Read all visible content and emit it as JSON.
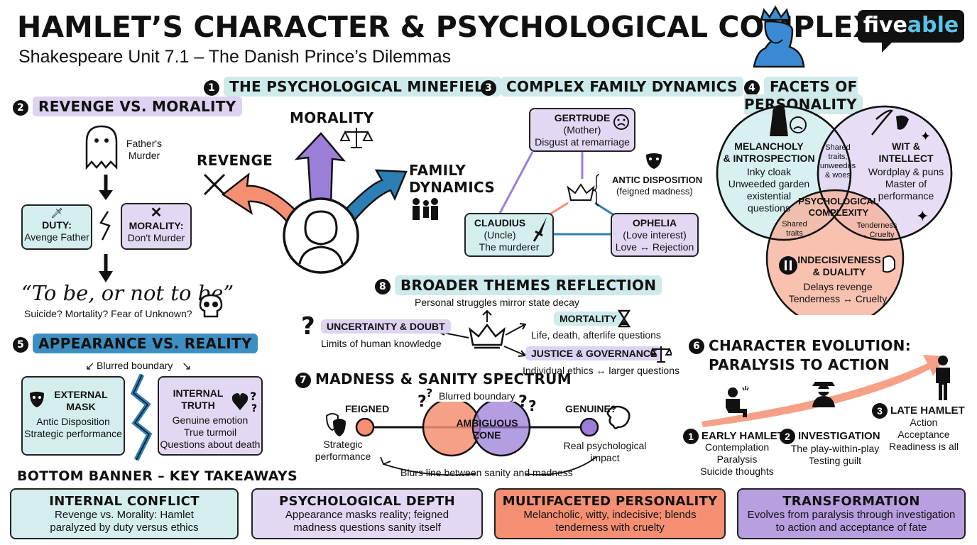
{
  "header": {
    "title": "HAMLET’S CHARACTER & PSYCHOLOGICAL COMPLEXITY",
    "subtitle": "Shakespeare Unit 7.1 – The Danish Prince’s Dilemmas",
    "brand": "fiveable",
    "brand_a": "five",
    "brand_b": "able"
  },
  "s1": {
    "num": "1",
    "title": "THE PSYCHOLOGICAL MINEFIELD",
    "morality": "MORALITY",
    "revenge": "REVENGE",
    "family": "FAMILY\nDYNAMICS"
  },
  "s2": {
    "num": "2",
    "title": "REVENGE VS. MORALITY",
    "ghost_label": "Father's\nMurder",
    "duty_title": "DUTY:",
    "duty_text": "Avenge Father",
    "moral_title": "MORALITY:",
    "moral_text": "Don't Murder",
    "quote": "“To be, or not to be”",
    "quote_sub": "Suicide? Mortality? Fear of Unknown?"
  },
  "s3": {
    "num": "3",
    "title": "COMPLEX FAMILY DYNAMICS",
    "gertrude_name": "GERTRUDE",
    "gertrude_role": "(Mother)",
    "gertrude_desc": "Disgust at remarriage",
    "antic_title": "ANTIC DISPOSITION",
    "antic_sub": "(feigned madness)",
    "claudius_name": "CLAUDIUS",
    "claudius_role": "(Uncle)",
    "claudius_desc": "The murderer",
    "ophelia_name": "OPHELIA",
    "ophelia_role": "(Love interest)",
    "ophelia_desc": "Love ↔ Rejection"
  },
  "s4": {
    "num": "4",
    "title": "FACETS OF PERSONALITY",
    "mel_title": "MELANCHOLY\n& INTROSPECTION",
    "mel_text": "Inky cloak\nUnweeded garden\nexistential\nquestions",
    "wit_title": "WIT &\nINTELLECT",
    "wit_text": "Wordplay & puns\nMaster of\nperformance",
    "shared_top": "Shared\ntraits,\nunweedes\n& woes",
    "center": "PSYCHOLOGICAL\nCOMPLEXITY",
    "shared_left": "Shared\ntraits",
    "shared_right": "Tenderness\n↔ Cruelty",
    "ind_title": "INDECISIVENESS\n& DUALITY",
    "ind_text": "Delays revenge\nTenderness ↔ Cruelty"
  },
  "s5": {
    "num": "5",
    "title": "APPEARANCE VS. REALITY",
    "blurred": "Blurred boundary",
    "ext_title": "EXTERNAL\nMASK",
    "ext_text": "Antic Disposition\nStrategic performance",
    "int_title": "INTERNAL\nTRUTH",
    "int_text": "Genuine emotion\nTrue turmoil\nQuestions about death"
  },
  "s6": {
    "num": "6",
    "title": "CHARACTER EVOLUTION:\nPARALYSIS TO ACTION",
    "early_num": "1",
    "early_title": "EARLY HAMLET",
    "early_text": "Contemplation\nParalysis\nSuicide thoughts",
    "inv_num": "2",
    "inv_title": "INVESTIGATION",
    "inv_text": "The play-within-play\nTesting guilt",
    "late_num": "3",
    "late_title": "LATE HAMLET",
    "late_text": "Action\nAcceptance\nReadiness is all"
  },
  "s7": {
    "num": "7",
    "title": "MADNESS & SANITY SPECTRUM",
    "blurred": "Blurred boundary",
    "feigned": "FEIGNED",
    "genuine": "GENUINE?",
    "zone": "AMBIGUOUS\nZONE",
    "strategic": "Strategic\nperformance",
    "real": "Real psychological\nimpact",
    "blurs": "Blurs line between sanity and madness"
  },
  "s8": {
    "num": "8",
    "title": "BROADER THEMES REFLECTION",
    "sub": "Personal struggles mirror state decay",
    "unc_title": "UNCERTAINTY & DOUBT",
    "unc_text": "Limits of human knowledge",
    "mort_title": "MORTALITY",
    "mort_text": "Life, death, afterlife questions",
    "just_title": "JUSTICE & GOVERNANCE",
    "just_text": "Individual ethics ↔ larger questions"
  },
  "banner": {
    "title": "BOTTOM BANNER – KEY TAKEAWAYS",
    "items": [
      {
        "title": "INTERNAL CONFLICT",
        "text": "Revenge vs. Morality: Hamlet\nparalyzed by duty versus ethics",
        "color": "#d4eeee"
      },
      {
        "title": "PSYCHOLOGICAL DEPTH",
        "text": "Appearance masks reality; feigned\nmadness questions sanity itself",
        "color": "#e3d8f4"
      },
      {
        "title": "MULTIFACETED PERSONALITY",
        "text": "Melancholic, witty, indecisive; blends\ntenderness with cruelty",
        "color": "#f58f73"
      },
      {
        "title": "TRANSFORMATION",
        "text": "Evolves from paralysis through investigation\nto action and acceptance of fate",
        "color": "#b89fe0"
      }
    ]
  },
  "colors": {
    "teal": "#d4eeee",
    "purple": "#8e6fcf",
    "salmon": "#f58f73",
    "blue": "#2b7fb4"
  }
}
